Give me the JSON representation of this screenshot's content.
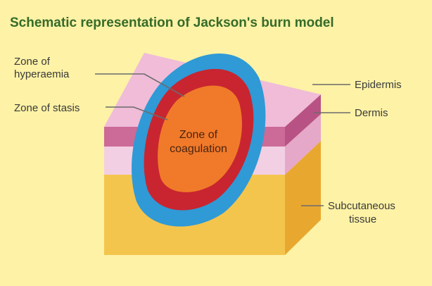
{
  "title": "Schematic representation of Jackson's burn model",
  "labels": {
    "hyperaemia": [
      "Zone of",
      "hyperaemia"
    ],
    "stasis": "Zone of stasis",
    "coagulation": [
      "Zone of",
      "coagulation"
    ],
    "epidermis": "Epidermis",
    "dermis": "Dermis",
    "subcutaneous": [
      "Subcutaneous",
      "tissue"
    ]
  },
  "colors": {
    "background": "#fdf2a6",
    "title": "#356b29",
    "epidermis_top": "#f0bcd8",
    "epidermis_side": "#cc6a98",
    "dermis": "#f3cfe3",
    "subcutaneous": "#f4c54d",
    "hyperaemia": "#2f9ad6",
    "stasis": "#c82530",
    "coagulation": "#f07a2a"
  }
}
